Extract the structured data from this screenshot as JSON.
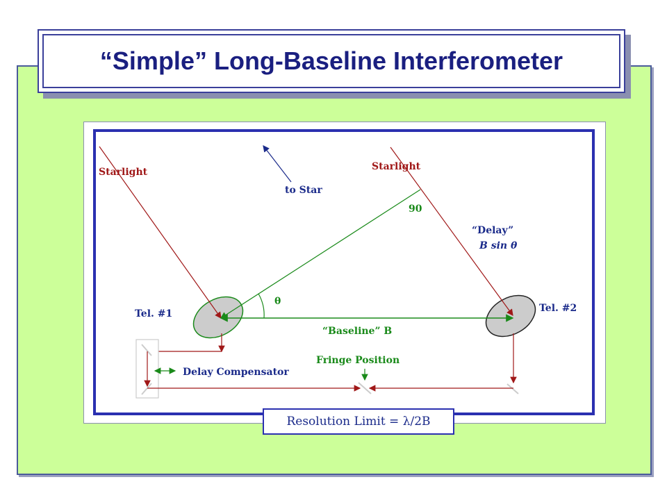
{
  "title": "“Simple” Long-Baseline Interferometer",
  "labels": {
    "starlight_left": "Starlight",
    "starlight_right": "Starlight",
    "to_star": "to Star",
    "angle_90": "90",
    "delay_line1": "“Delay”",
    "delay_line2": "B sin θ",
    "theta": "θ",
    "tel1": "Tel. #1",
    "tel2": "Tel. #2",
    "baseline": "“Baseline” B",
    "fringe_position": "Fringe Position",
    "delay_compensator": "Delay Compensator"
  },
  "resolution_limit": "Resolution Limit = λ/2B",
  "colors": {
    "panel_green": "#ccff99",
    "frame_blue": "#2b30b0",
    "starlight_red": "#a01818",
    "geometry_green": "#1a8a1a",
    "text_blue": "#1a2a8a"
  }
}
